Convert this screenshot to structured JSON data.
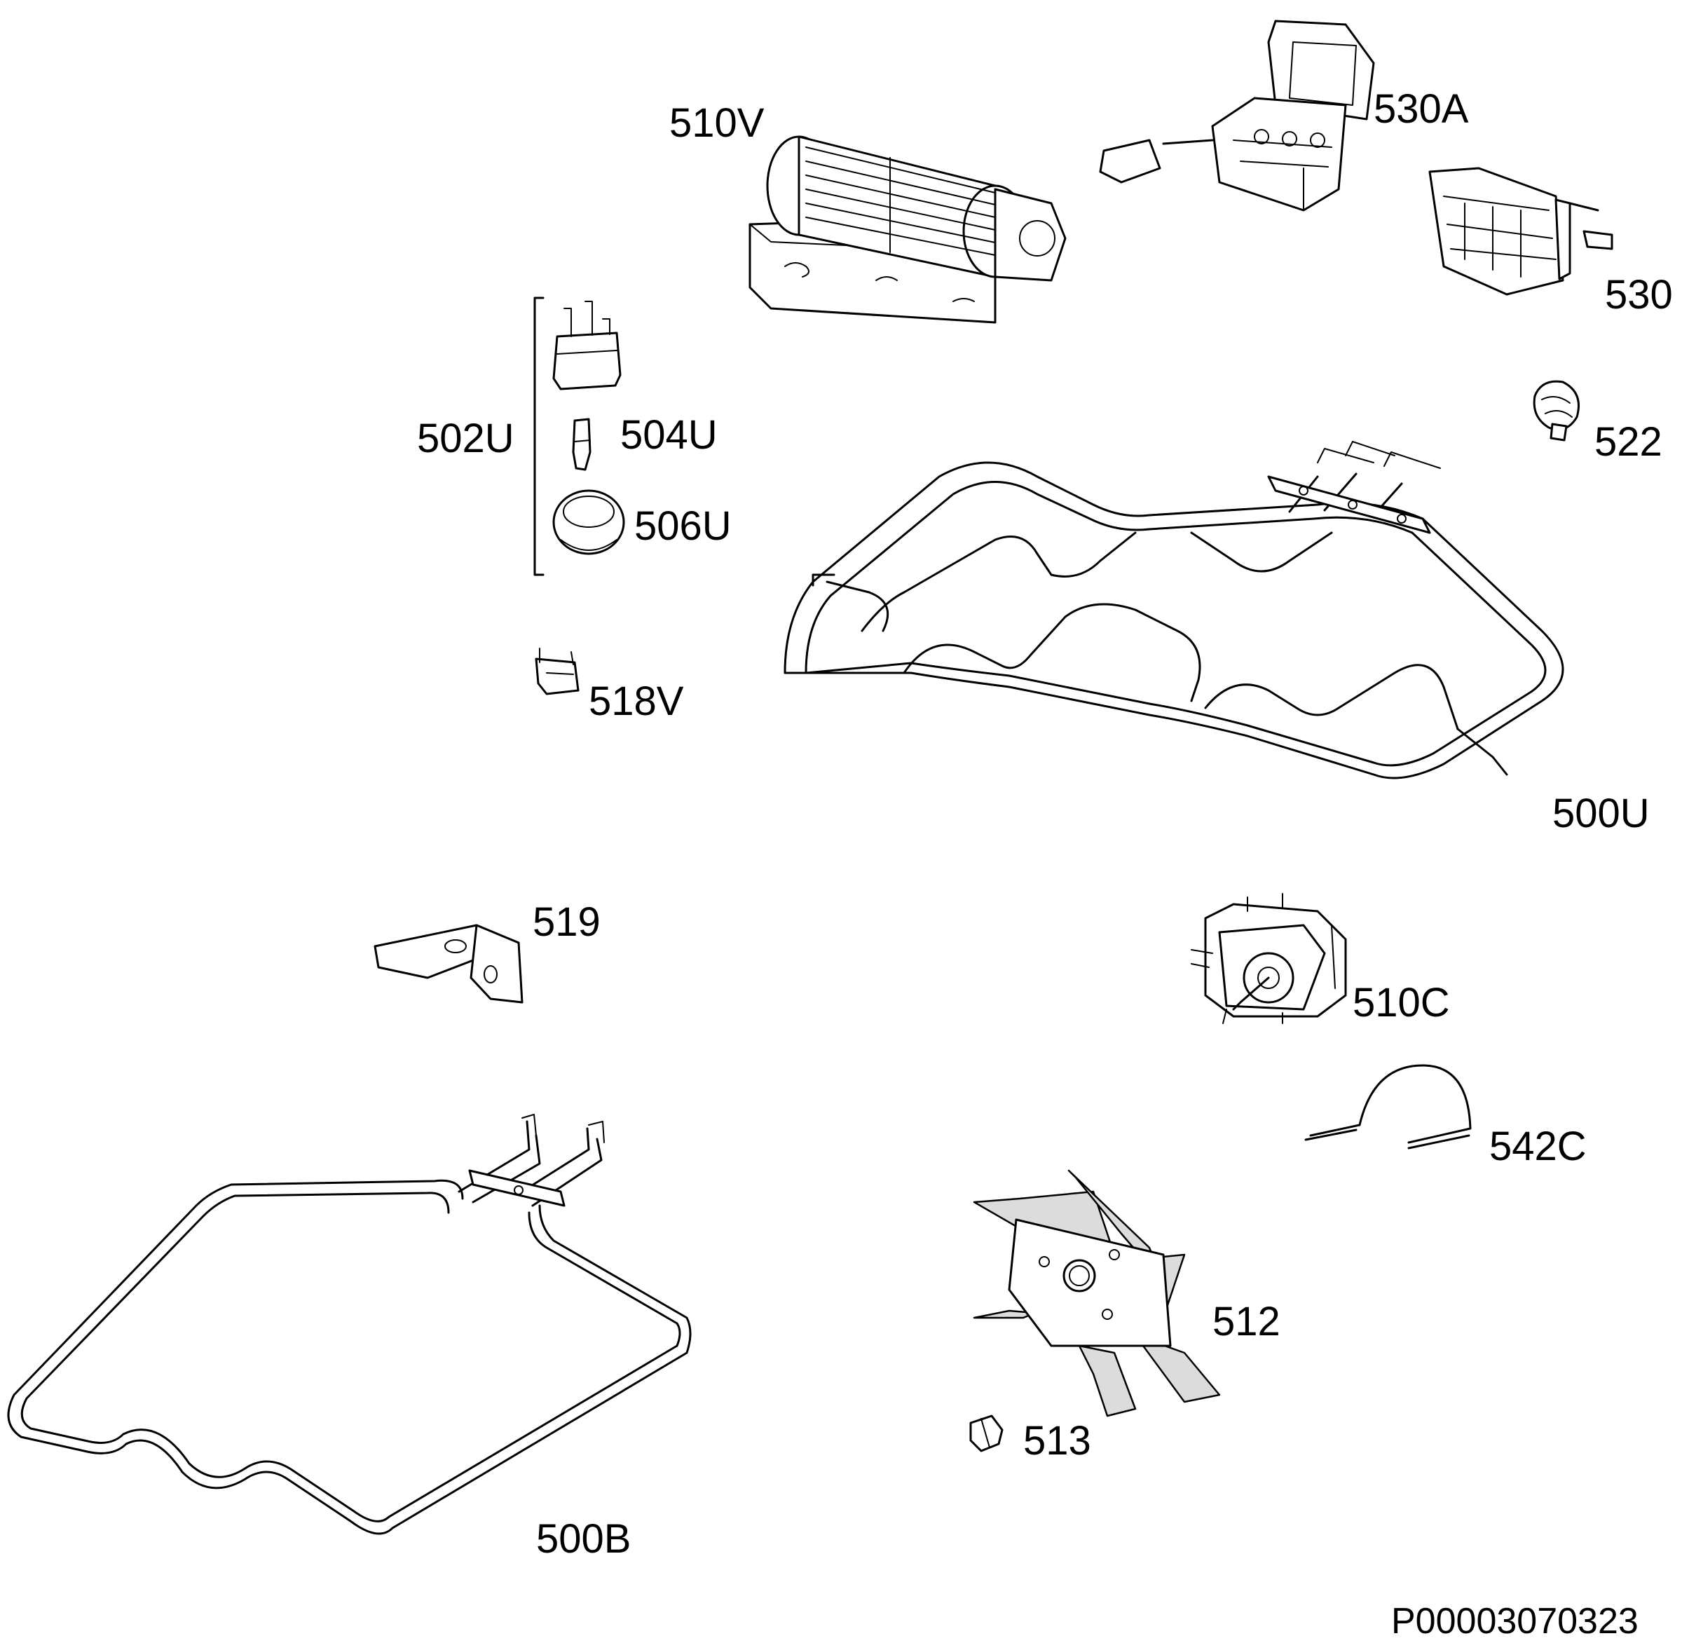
{
  "drawing_code": "P00003070323",
  "parts": [
    {
      "id": "p510V",
      "label": "510V",
      "icon": "tangential-fan-icon"
    },
    {
      "id": "p530A",
      "label": "530A",
      "icon": "terminal-block-icon"
    },
    {
      "id": "p530",
      "label": "530",
      "icon": "connector-block-icon"
    },
    {
      "id": "p502U",
      "label": "502U",
      "icon": "lamp-assembly-bracket-icon"
    },
    {
      "id": "p504U",
      "label": "504U",
      "icon": "lamp-bulb-icon"
    },
    {
      "id": "p506U",
      "label": "506U",
      "icon": "lamp-cover-icon"
    },
    {
      "id": "p522",
      "label": "522",
      "icon": "cable-clamp-icon"
    },
    {
      "id": "p518V",
      "label": "518V",
      "icon": "small-bracket-icon"
    },
    {
      "id": "p500U",
      "label": "500U",
      "icon": "top-heating-element-icon"
    },
    {
      "id": "p519",
      "label": "519",
      "icon": "mounting-bracket-icon"
    },
    {
      "id": "p510C",
      "label": "510C",
      "icon": "fan-motor-icon"
    },
    {
      "id": "p542C",
      "label": "542C",
      "icon": "spring-clip-icon"
    },
    {
      "id": "p512",
      "label": "512",
      "icon": "fan-blade-icon"
    },
    {
      "id": "p513",
      "label": "513",
      "icon": "nut-icon"
    },
    {
      "id": "p500B",
      "label": "500B",
      "icon": "bottom-heating-element-icon"
    }
  ]
}
